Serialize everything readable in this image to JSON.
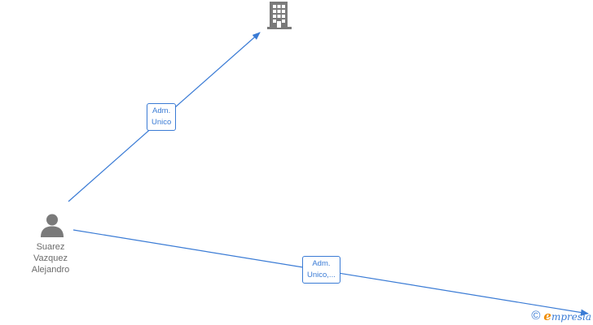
{
  "nodes": {
    "company": {
      "icon": "building-icon"
    },
    "person": {
      "icon": "person-icon",
      "name_lines": [
        "Suarez",
        "Vazquez",
        "Alejandro"
      ]
    }
  },
  "edges": [
    {
      "from": "person",
      "to": "company",
      "label_lines": [
        "Adm.",
        "Unico"
      ]
    },
    {
      "from": "person",
      "to": "offscreen-company",
      "label_lines": [
        "Adm.",
        "Unico,..."
      ]
    }
  ],
  "brand": {
    "copyright_symbol": "©",
    "name_initial": "e",
    "name_rest": "mpresia"
  },
  "colors": {
    "edge": "#3a7bd5",
    "node_icon": "#7a7a7a",
    "label_text": "#6b6b6b",
    "brand_accent": "#f08c00"
  }
}
